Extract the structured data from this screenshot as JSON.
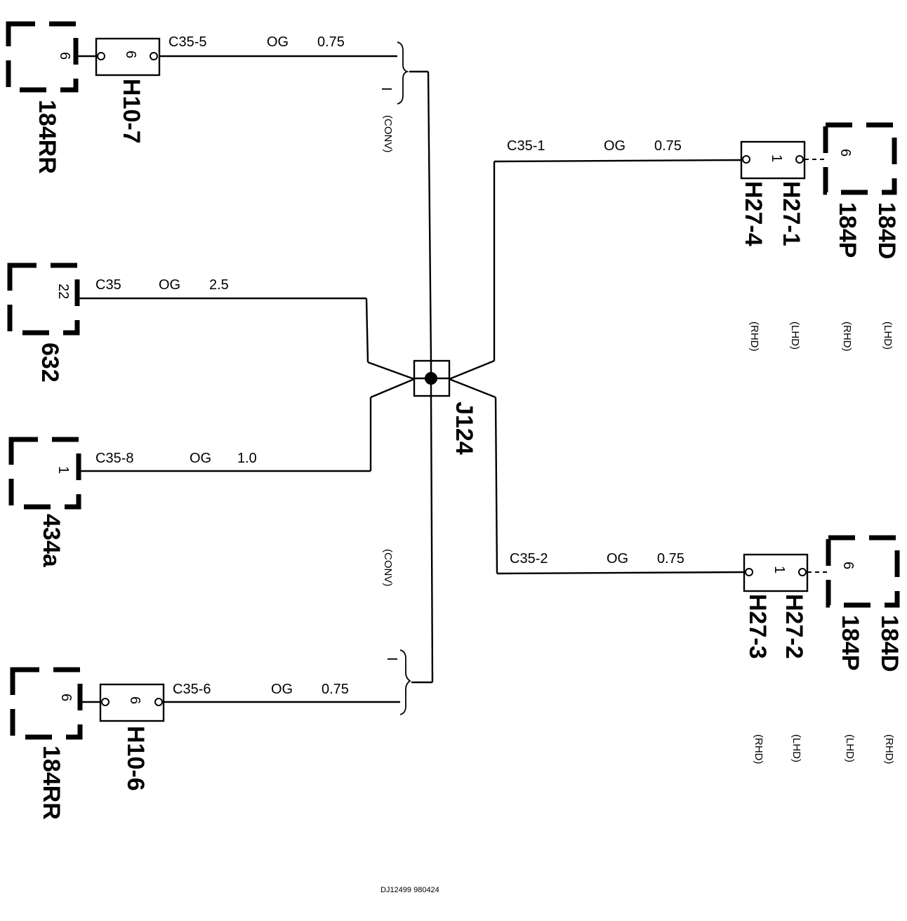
{
  "connectors": {
    "c184rr_top": {
      "name": "184RR",
      "pin": "6"
    },
    "c632": {
      "name": "632",
      "pin": "22"
    },
    "c434a": {
      "name": "434a",
      "pin": "1"
    },
    "c184rr_bottom": {
      "name": "184RR",
      "pin": "6"
    },
    "c184d_top": {
      "name": "184D",
      "sub": "184P",
      "pin": "6",
      "note_name": "(LHD)",
      "note_sub": "(RHD)"
    },
    "c184d_bottom": {
      "name": "184D",
      "sub": "184P",
      "pin": "6",
      "note_name": "(RHD)",
      "note_sub": "(LHD)"
    }
  },
  "inline": {
    "h10_7": {
      "name": "H10-7",
      "pin": "6"
    },
    "h10_6": {
      "name": "H10-6",
      "pin": "6"
    },
    "h27_top": {
      "name": "H27-1",
      "alt": "H27-4",
      "pin": "1",
      "note_name": "(LHD)",
      "note_alt": "(RHD)"
    },
    "h27_bottom": {
      "name": "H27-2",
      "alt": "H27-3",
      "pin": "1",
      "note_name": "(LHD)",
      "note_alt": "(RHD)"
    }
  },
  "wires": {
    "w1": {
      "id": "C35-5",
      "color": "OG",
      "size": "0.75"
    },
    "w2": {
      "id": "C35",
      "color": "OG",
      "size": "2.5"
    },
    "w3": {
      "id": "C35-8",
      "color": "OG",
      "size": "1.0"
    },
    "w4": {
      "id": "C35-6",
      "color": "OG",
      "size": "0.75"
    },
    "w5": {
      "id": "C35-1",
      "color": "OG",
      "size": "0.75"
    },
    "w6": {
      "id": "C35-2",
      "color": "OG",
      "size": "0.75"
    }
  },
  "splice": {
    "name": "J124"
  },
  "conv_top": {
    "label": "(CONV)",
    "mark": "I"
  },
  "conv_bottom": {
    "label": "(CONV)",
    "mark": "I"
  },
  "footer": {
    "code": "DJ12499 980424"
  }
}
